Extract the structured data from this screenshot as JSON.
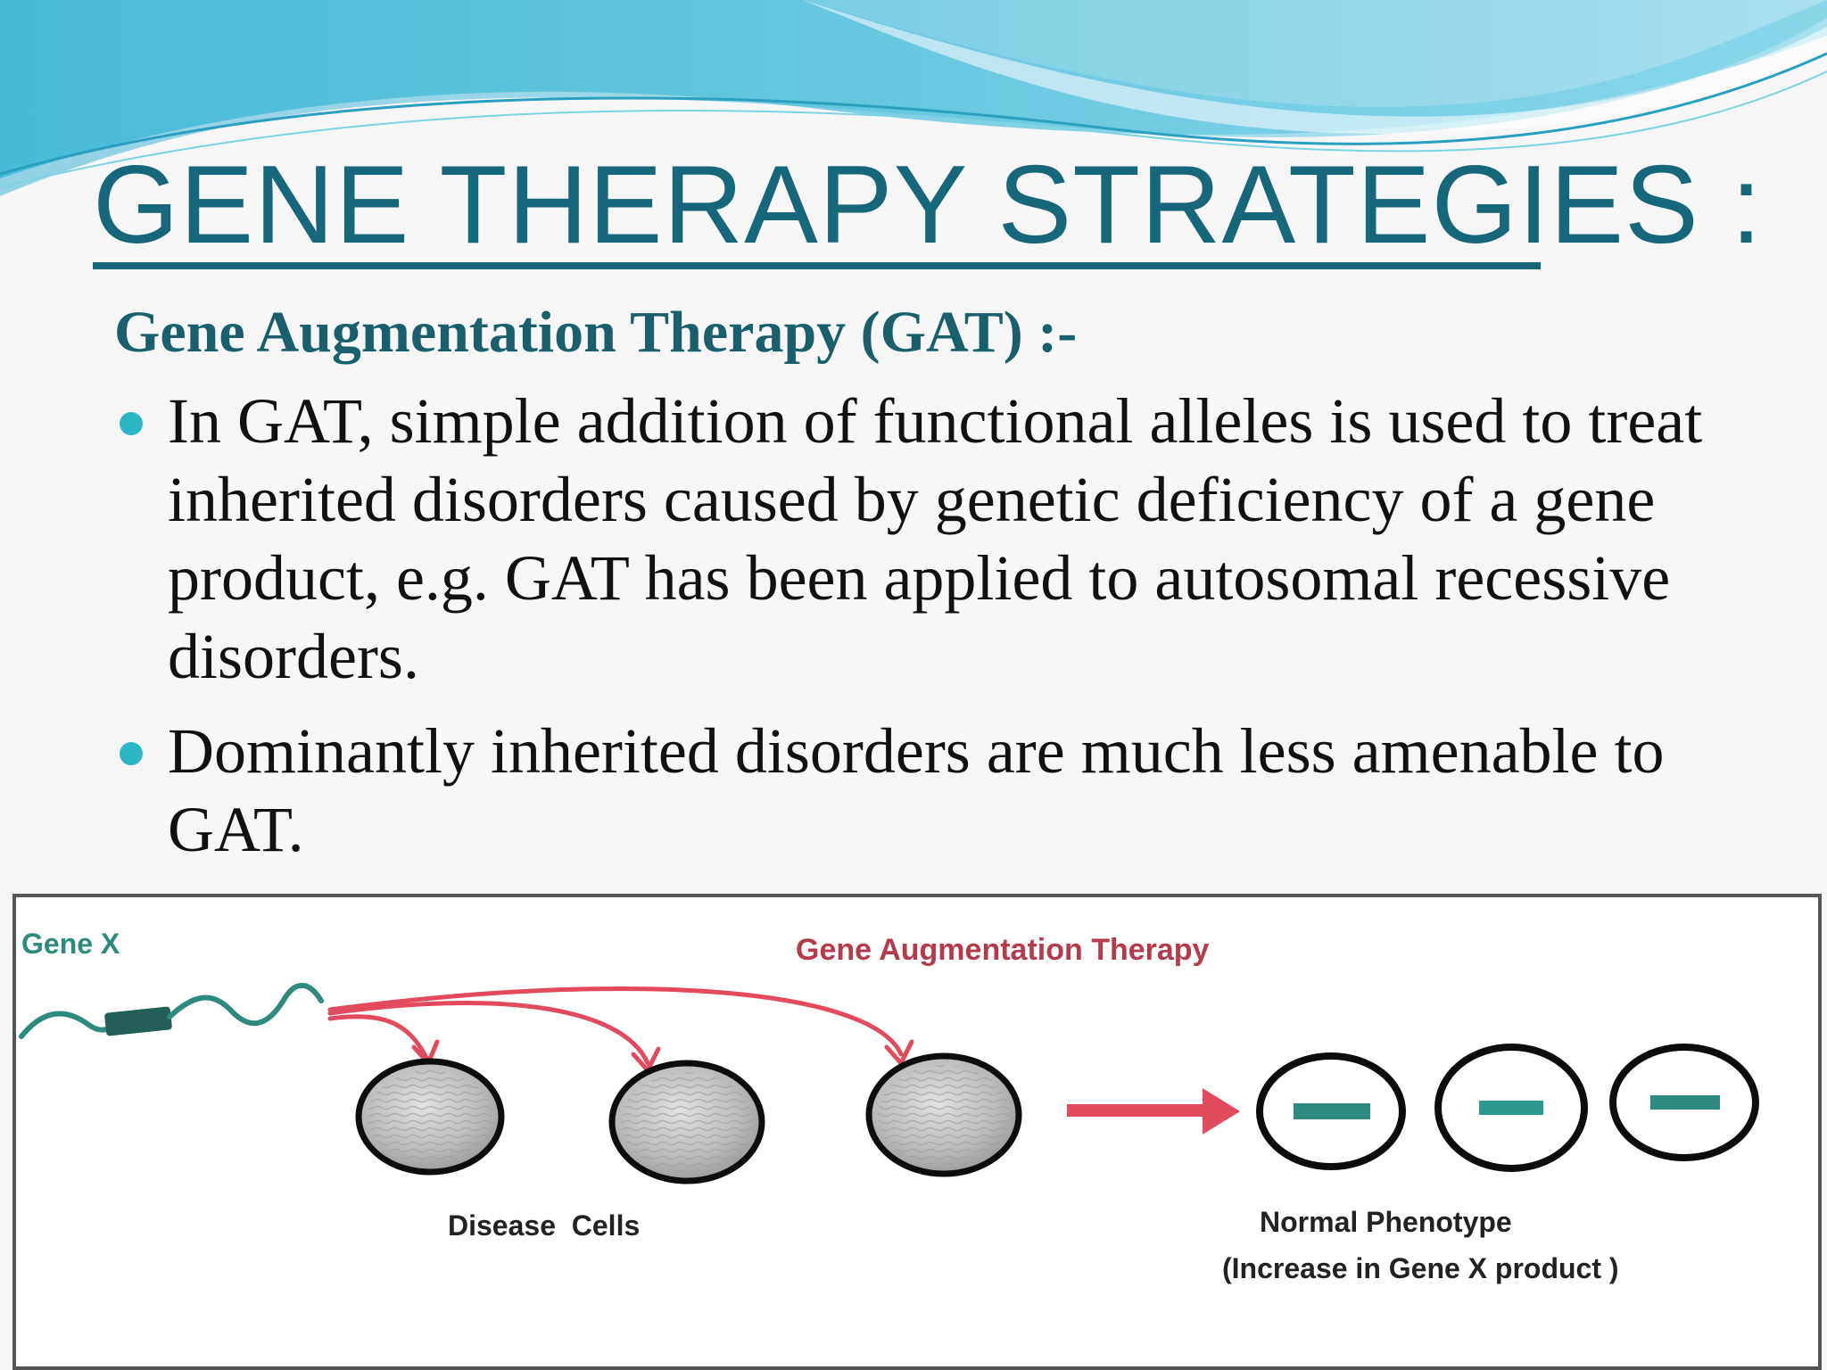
{
  "slide": {
    "title": "GENE THERAPY STRATEGIES",
    "title_suffix": " :",
    "subtitle": "Gene Augmentation Therapy (GAT) :-",
    "bullets": [
      "In GAT, simple addition of functional alleles is used to treat inherited disorders caused by genetic deficiency of a gene product, e.g. GAT has been applied to autosomal recessive disorders.",
      "Dominantly inherited disorders are much less amenable to GAT."
    ]
  },
  "diagram": {
    "gene_label": "Gene X",
    "therapy_label": "Gene Augmentation Therapy",
    "disease_label": "Disease  Cells",
    "normal_label": "Normal Phenotype",
    "increase_label": "(Increase in Gene X product )"
  },
  "colors": {
    "title": "#17677a",
    "subtitle": "#1a5f6c",
    "bullet": "#2bb6c8",
    "arrow": "#e24a5e",
    "gene": "#2e8a7e"
  }
}
